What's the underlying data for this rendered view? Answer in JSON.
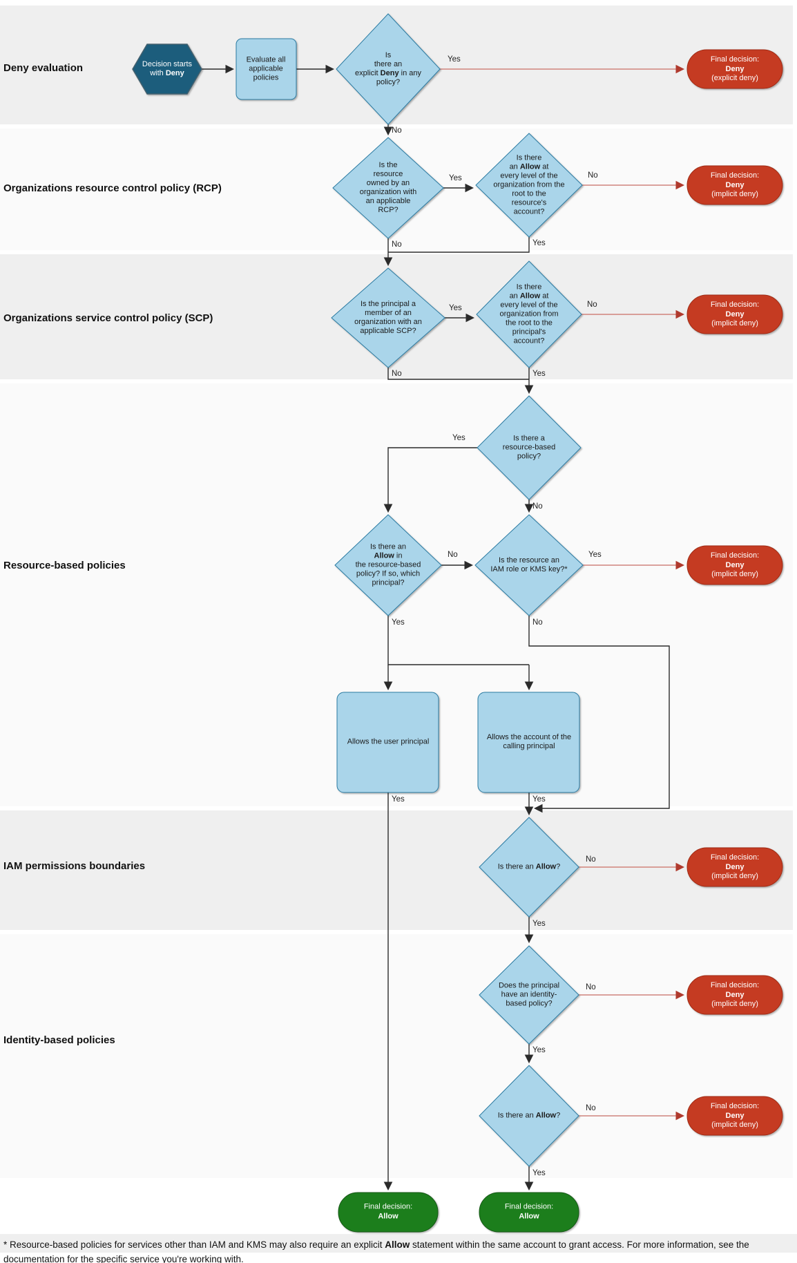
{
  "sections": {
    "deny": "Deny evaluation",
    "rcp": "Organizations resource control policy (RCP)",
    "scp": "Organizations service control policy (SCP)",
    "rbp": "Resource-based policies",
    "pb": "IAM permissions boundaries",
    "idp": "Identity-based policies"
  },
  "labels": {
    "yes": "Yes",
    "no": "No"
  },
  "nodes": {
    "start_hex": "Decision starts\nwith **Deny**",
    "evaluate_box": "Evaluate all\napplicable\npolicies",
    "d_explicit_deny": "Is\nthere an\nexplicit **Deny** in any\npolicy?",
    "d_rcp_owned": "Is the\nresource\nowned by an\norganization with\nan applicable\nRCP?",
    "d_rcp_allow": "Is there\nan **Allow** at\nevery level of the\norganization from the\nroot to the\nresource's\naccount?",
    "d_scp_member": "Is the principal a\nmember of an\norganization with an\napplicable SCP?",
    "d_scp_allow": "Is there\nan **Allow** at\nevery level of the\norganization from\nthe root to the\nprincipal's\naccount?",
    "d_rbp_exists": "Is there a\nresource-based\npolicy?",
    "d_rbp_allow": "Is there an\n**Allow** in\nthe resource-based\npolicy? If so, which\nprincipal?",
    "d_iam_kms": "Is the resource an\nIAM role or KMS key?*",
    "box_user": "Allows the user principal",
    "box_account": "Allows the account of the\ncalling principal",
    "d_pb_allow": "Is there an **Allow**?",
    "d_identity_exists": "Does the principal\nhave an identity-\nbased policy?",
    "d_identity_allow": "Is there an **Allow**?"
  },
  "outcomes": {
    "deny_explicit": "Final decision:\n**Deny**\n(explicit deny)",
    "deny_implicit": "Final decision:\n**Deny**\n(implicit deny)",
    "allow": "Final decision:\n**Allow**"
  },
  "footnote": "* Resource-based policies for services other than IAM and KMS may also require an explicit **Allow** statement within the same account to grant access. For more information, see the\ndocumentation for the specific service you're working with.",
  "colors": {
    "node_fill": "#aad5ea",
    "node_border": "#2a7aa1",
    "start_fill": "#1a5d7c",
    "deny_fill": "#c53a21",
    "allow_fill": "#1e7e1f",
    "red_edge": "#d0837c",
    "red_arrow": "#b03a2e",
    "black_edge": "#2b2b2b",
    "band_gray": "#efefef",
    "band_light": "#fafafa"
  }
}
